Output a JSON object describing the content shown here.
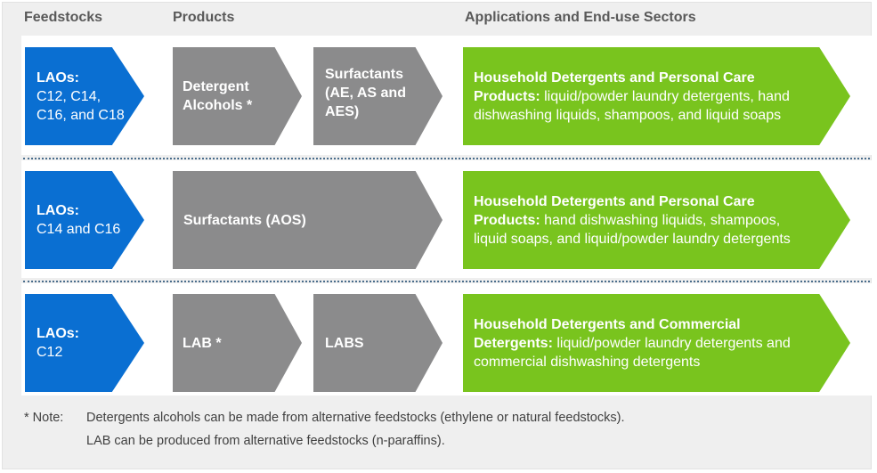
{
  "headers": {
    "feedstocks": "Feedstocks",
    "products": "Products",
    "applications": "Applications and End-use Sectors"
  },
  "rows": [
    {
      "feedstock": {
        "label": "LAOs:",
        "lines": [
          "C12, C14,",
          "C16, and C18"
        ]
      },
      "product_1": [
        "Detergent",
        "Alcohols *"
      ],
      "product_2": [
        "Surfactants",
        "(AE, AS and",
        "AES)"
      ],
      "application": {
        "bold_line1": "Household Detergents and Personal Care",
        "bold_lead": "Products:",
        "rest_line2": " liquid/powder laundry detergents, hand",
        "line3": "dishwashing liquids, shampoos, and liquid soaps"
      }
    },
    {
      "feedstock": {
        "label": "LAOs:",
        "lines": [
          "C14 and C16"
        ]
      },
      "product_1": [
        "Surfactants (AOS)"
      ],
      "application": {
        "bold_line1": "Household Detergents and Personal Care",
        "bold_lead": "Products:",
        "rest_line2": " hand dishwashing liquids, shampoos,",
        "line3": "liquid soaps, and liquid/powder laundry detergents"
      }
    },
    {
      "feedstock": {
        "label": "LAOs:",
        "lines": [
          "C12"
        ]
      },
      "product_1": [
        "LAB *"
      ],
      "product_2": [
        "LABS"
      ],
      "application": {
        "bold_line1": "Household Detergents and Commercial",
        "bold_lead": "Detergents:",
        "rest_line2": " liquid/powder laundry detergents and",
        "line3": "commercial dishwashing detergents"
      }
    }
  ],
  "note": {
    "label": "* Note:",
    "line1": "Detergents alcohols can be made from alternative feedstocks (ethylene or natural feedstocks).",
    "line2": "LAB can be produced from alternative feedstocks (n-paraffins)."
  },
  "colors": {
    "feedstock": "#0a6fd2",
    "product": "#8b8b8c",
    "application": "#79c41e"
  }
}
